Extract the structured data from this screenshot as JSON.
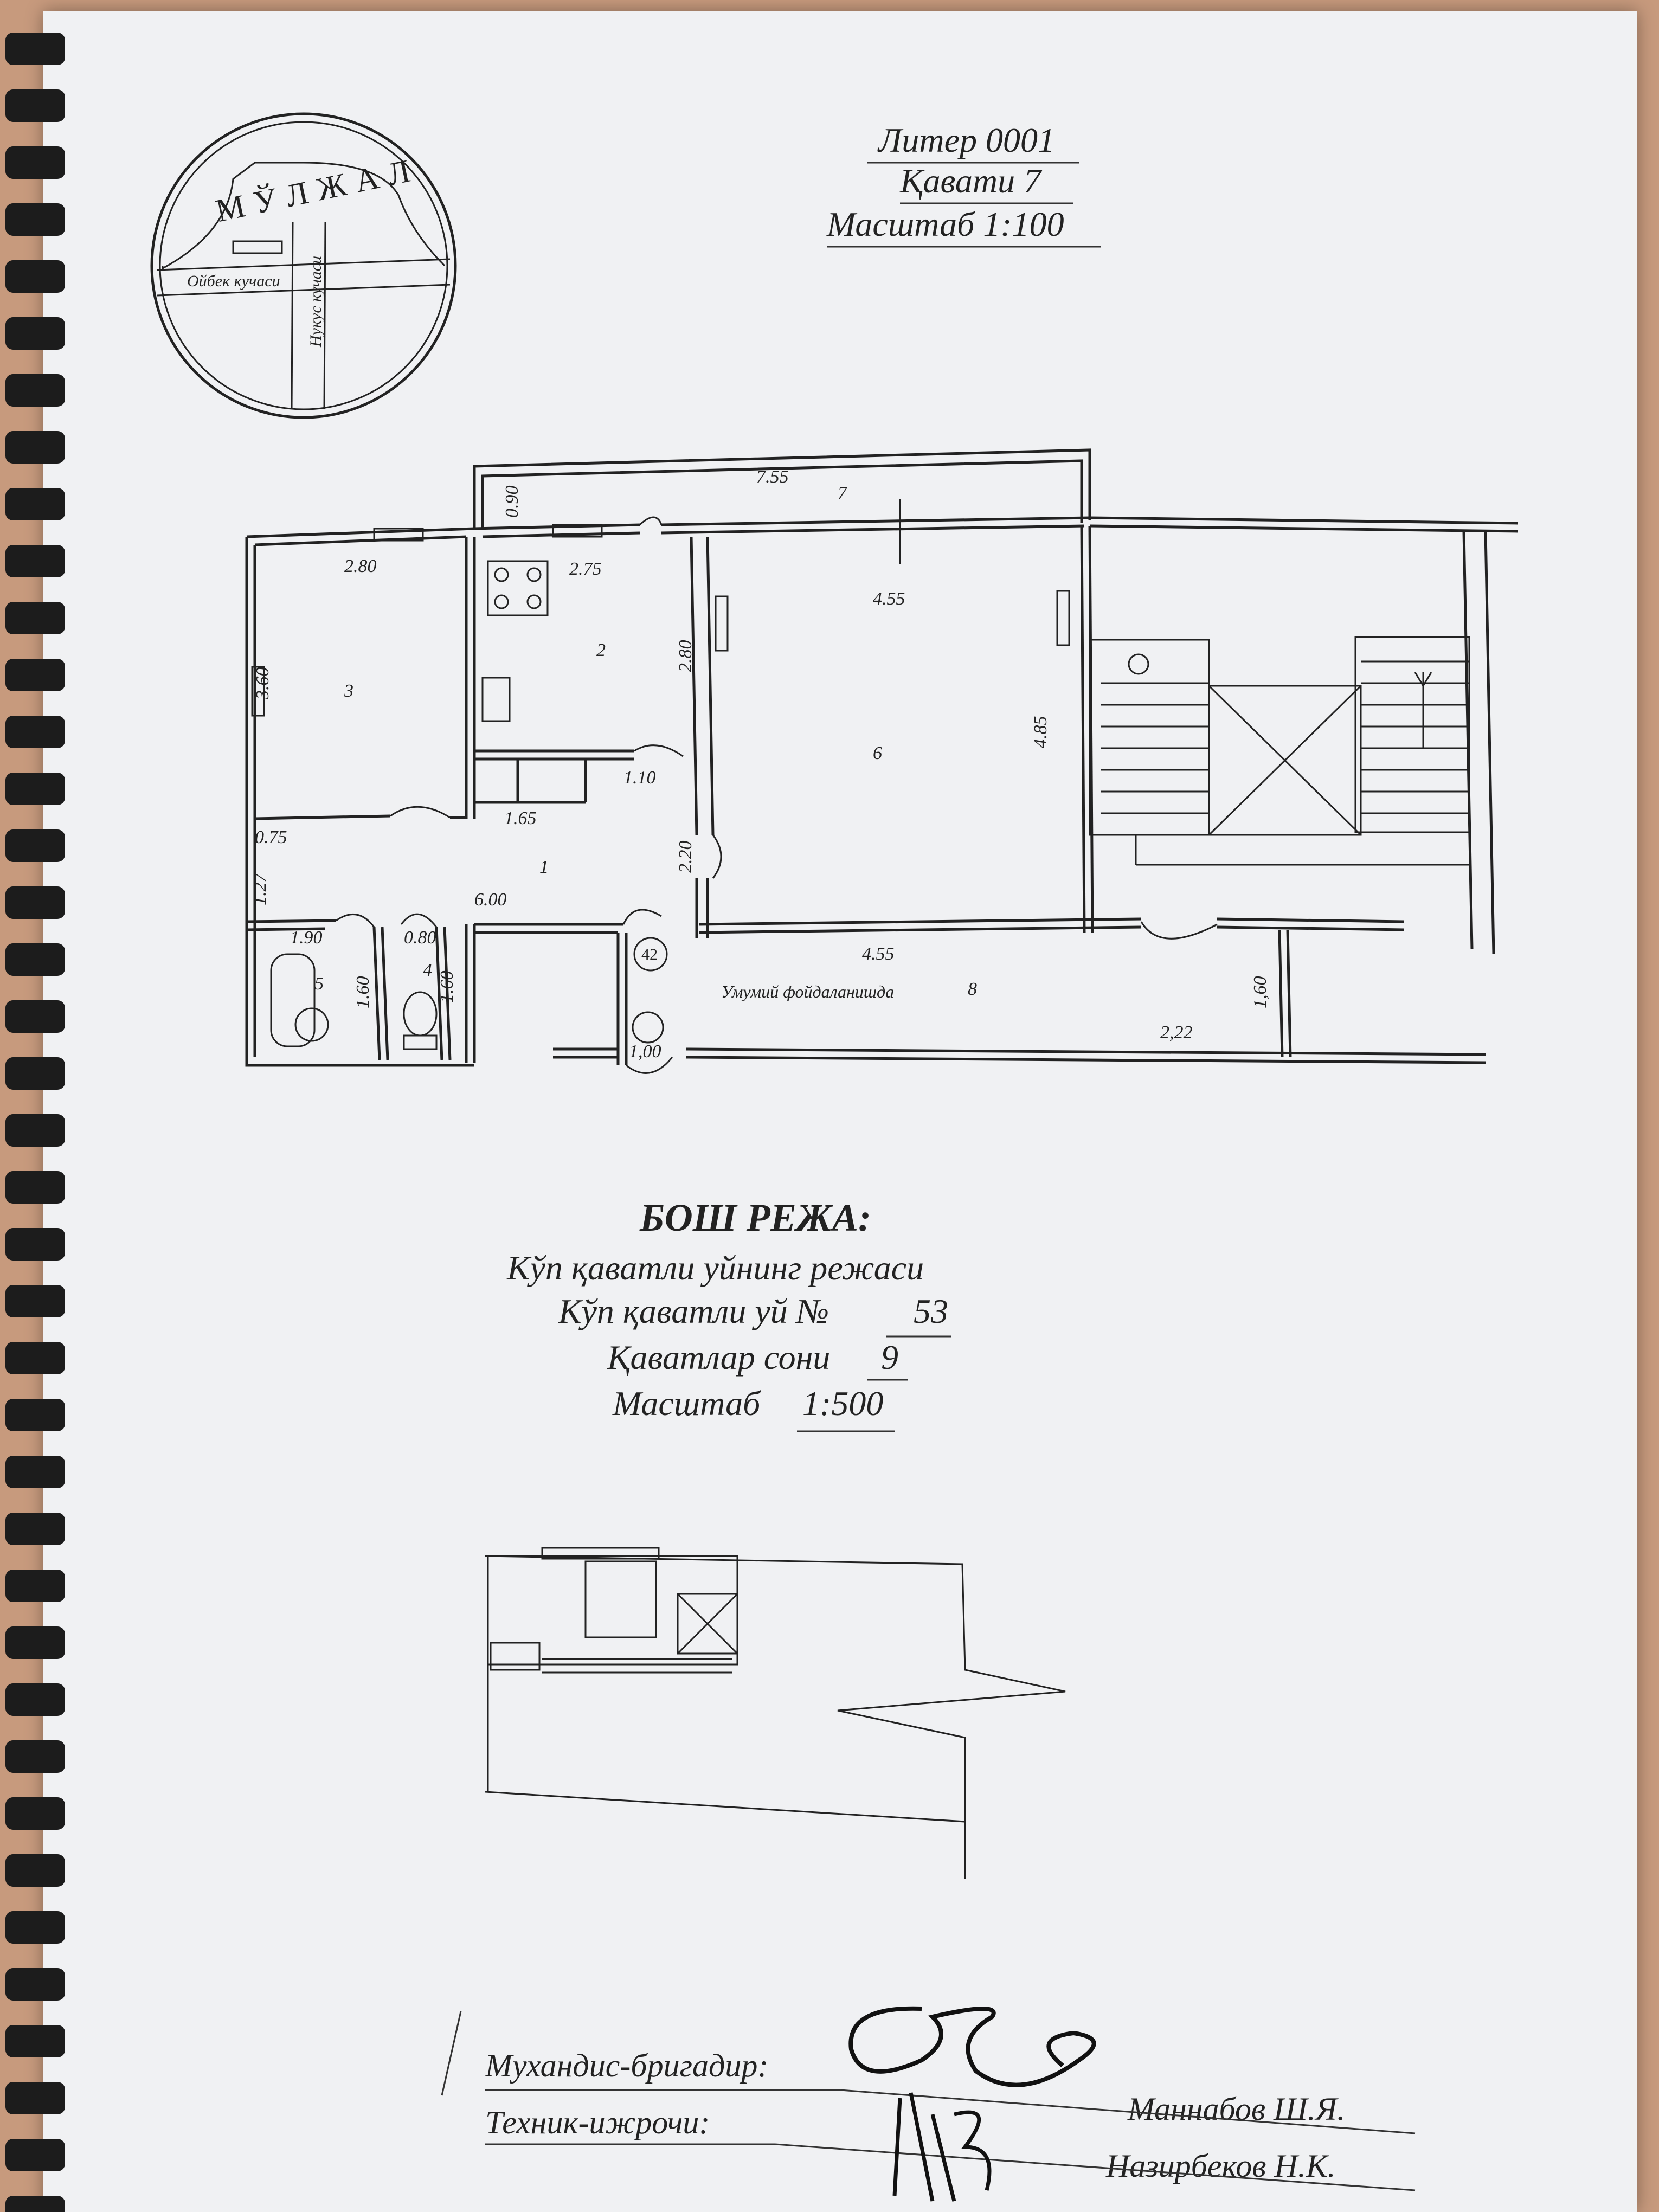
{
  "header": {
    "liter": "Литер 0001",
    "floor": "Қавати 7",
    "scale": "Масштаб 1:100"
  },
  "stamp": {
    "logo_text": "МЎЛЖАЛ",
    "street_1": "Ойбек кучаси",
    "street_2": "Нукус кучаси"
  },
  "dimensions": {
    "d_755": "7.55",
    "d_090": "0.90",
    "d_280a": "2.80",
    "d_275": "2.75",
    "d_360": "3.60",
    "d_280b": "2.80",
    "d_455a": "4.55",
    "d_485": "4.85",
    "d_110": "1.10",
    "d_165": "1.65",
    "d_075": "0.75",
    "d_127": "1.27",
    "d_220": "2.20",
    "d_600": "6.00",
    "d_190": "1.90",
    "d_080": "0.80",
    "d_160a": "1.60",
    "d_160b": "1.60",
    "d_455b": "4.55",
    "d_160c": "1,60",
    "d_222": "2,22",
    "d_100": "1,00"
  },
  "rooms": {
    "r1": "1",
    "r2": "2",
    "r3": "3",
    "r4": "4",
    "r5": "5",
    "r6": "6",
    "r7": "7",
    "r8": "8",
    "flat_no": "42",
    "common": "Умумий фойдаланишда"
  },
  "plan_block": {
    "title": "БОШ РЕЖА:",
    "line1": "Кўп қаватли уйнинг режаси",
    "line2_label": "Кўп қаватли уй №",
    "line2_value": "53",
    "line3_label": "Қаватлар сони",
    "line3_value": "9",
    "line4_label": "Масштаб",
    "line4_value": "1:500"
  },
  "signatures": {
    "engineer_role": "Мухандис-бригадир:",
    "technician_role": "Техник-ижрочи:",
    "engineer_name": "Маннабов Ш.Я.",
    "technician_name": "Назирбеков Н.К."
  }
}
